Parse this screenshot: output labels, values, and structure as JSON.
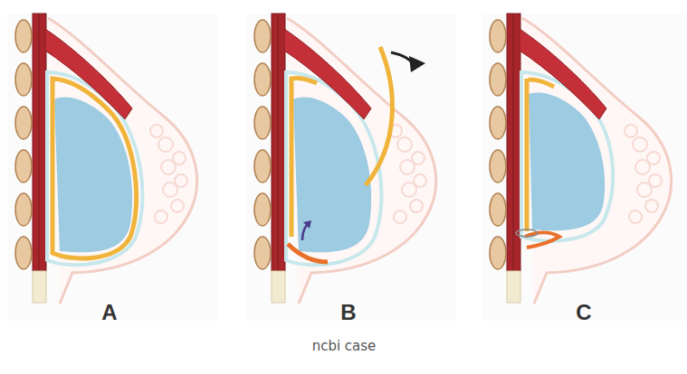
{
  "diagram": {
    "caption": "ncbi case",
    "labels": [
      "A",
      "B",
      "C"
    ]
  }
}
